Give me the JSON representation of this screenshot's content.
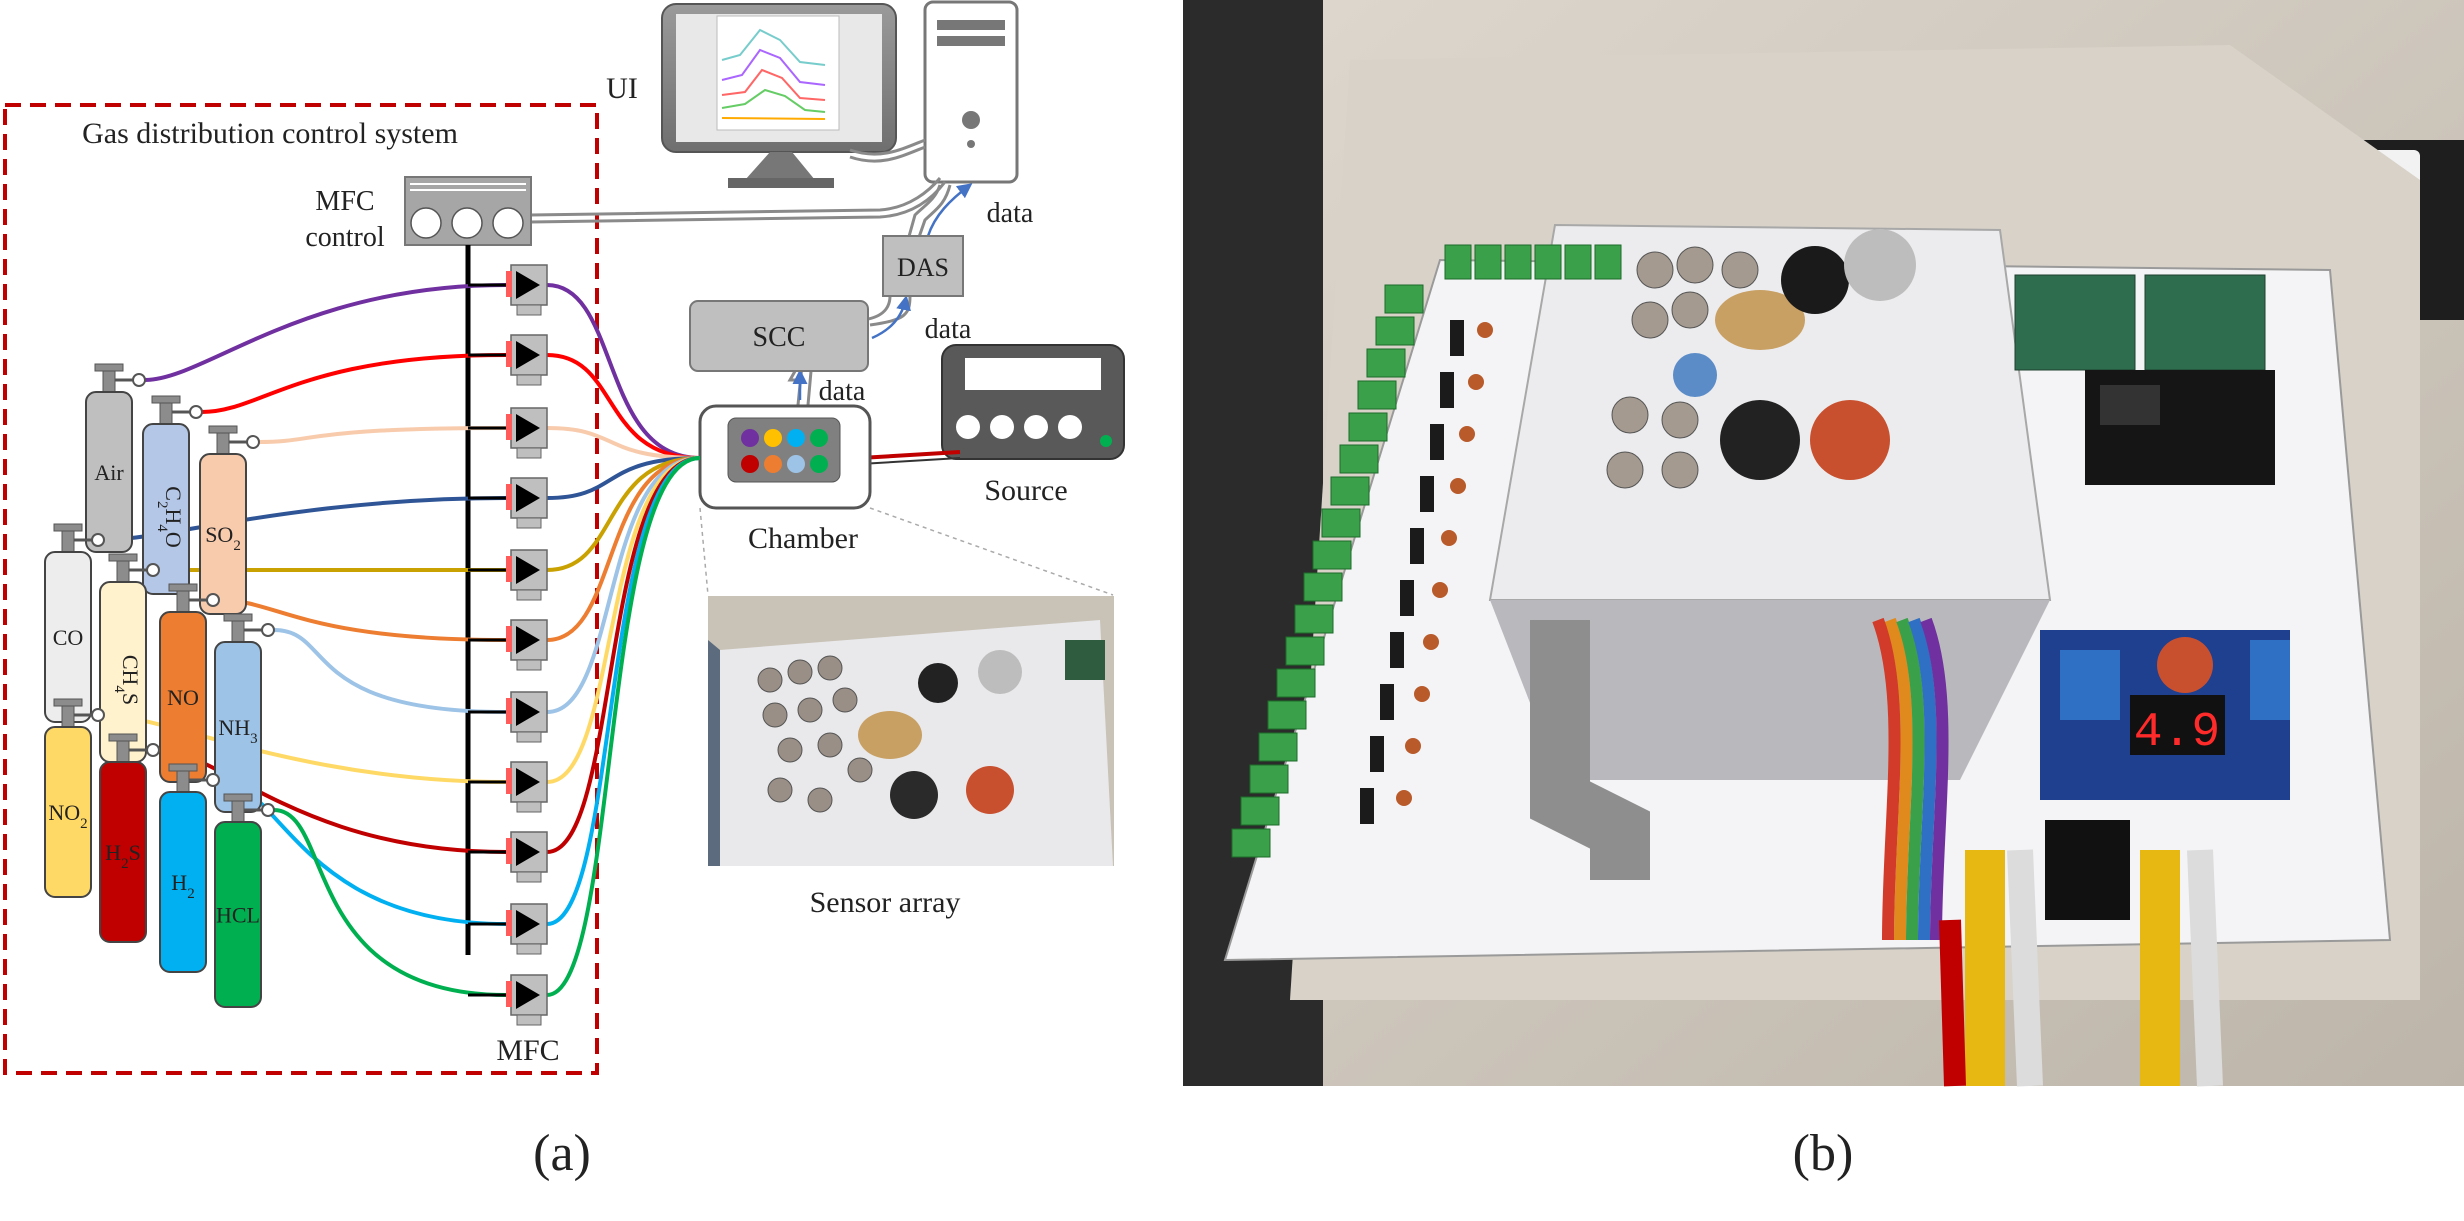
{
  "panel_a": {
    "caption": "(a)",
    "box_title": "Gas distribution control system",
    "ui_label": "UI",
    "mfc_control_label_1": "MFC",
    "mfc_control_label_2": "control",
    "mfc_label": "MFC",
    "das_label": "DAS",
    "scc_label": "SCC",
    "data_label": "data",
    "chamber_label": "Chamber",
    "source_label": "Source",
    "sensor_array_label": "Sensor array",
    "cylinders": [
      {
        "label": "Air",
        "color": "#bfbfbf"
      },
      {
        "label": "C2H4O",
        "color": "#b4c7e7"
      },
      {
        "label": "SO2",
        "color": "#f8cbad"
      },
      {
        "label": "CO",
        "color": "#ededed"
      },
      {
        "label": "CH4S",
        "color": "#fff2cc"
      },
      {
        "label": "NO",
        "color": "#ed7d31"
      },
      {
        "label": "NH3",
        "color": "#9dc3e6"
      },
      {
        "label": "NO2",
        "color": "#ffd966"
      },
      {
        "label": "H2S",
        "color": "#c00000"
      },
      {
        "label": "H2",
        "color": "#00b0f0"
      },
      {
        "label": "HCL",
        "color": "#00b050"
      }
    ],
    "line_colors": [
      "#7030a0",
      "#ff0000",
      "#f8cbad",
      "#2f5597",
      "#c9a100",
      "#ed7d31",
      "#9dc3e6",
      "#ffd966",
      "#c00000",
      "#00b0f0",
      "#00b050"
    ],
    "chamber_dot_colors": [
      "#7030a0",
      "#ffc000",
      "#00b0f0",
      "#00b050",
      "#c00000",
      "#ed7d31",
      "#9dc3e6",
      "#00b050"
    ]
  },
  "panel_b": {
    "caption": "(b)",
    "display_reading": "4.9"
  }
}
